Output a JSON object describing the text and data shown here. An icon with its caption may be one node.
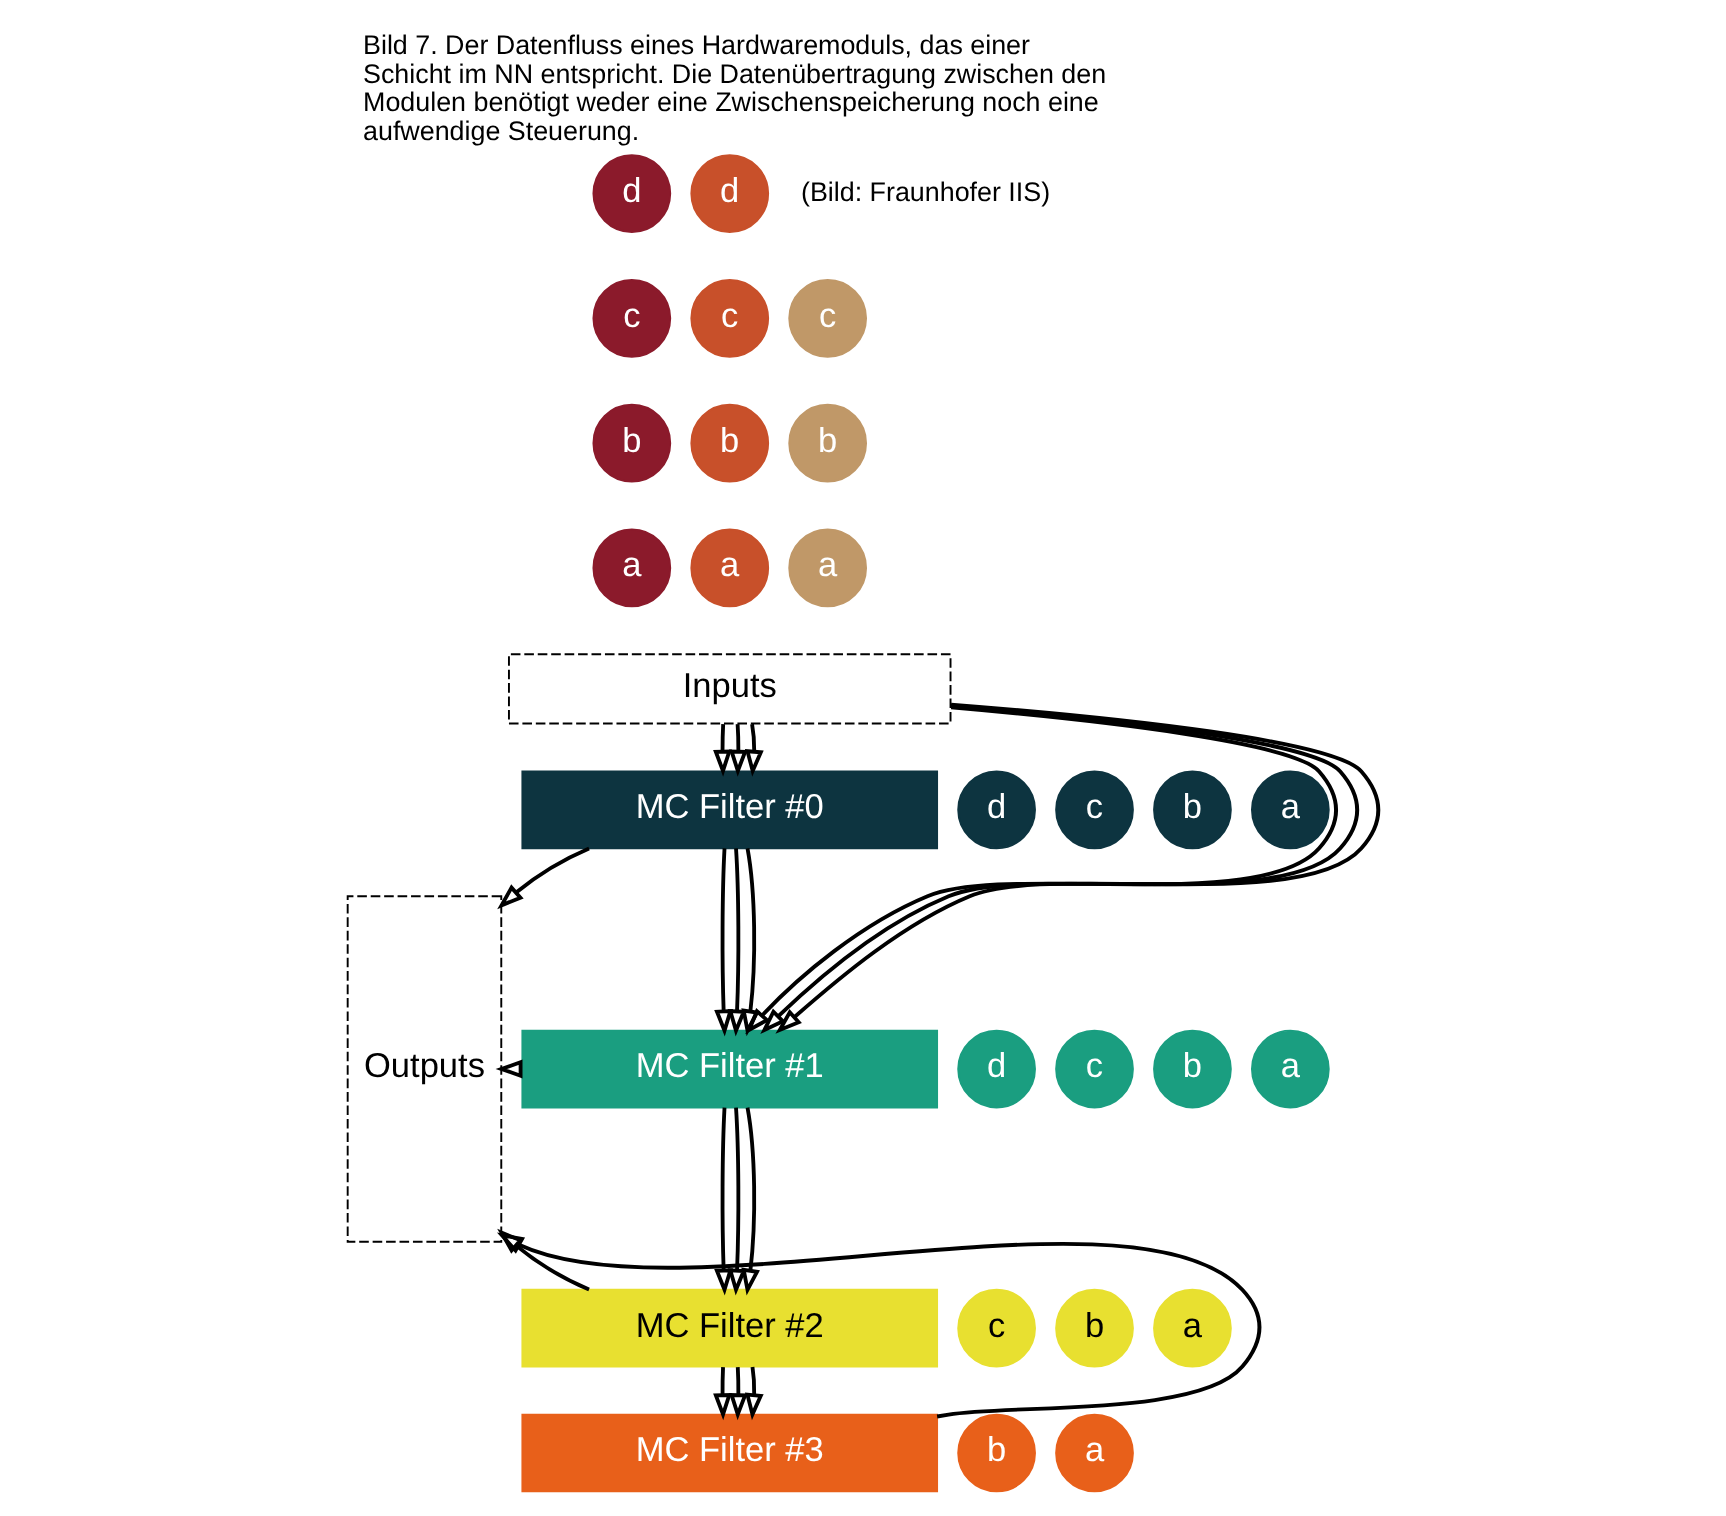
{
  "diagram": {
    "caption": "Bild 7. Der Datenfluss eines Hardwaremoduls, das einer Schicht im NN entspricht. Die Datenübertragung zwischen den Modulen benötigt weder eine Zwischenspeicherung noch eine aufwendige Steuerung.",
    "nodes": [
      {
        "text": [
          "d"
        ]
      },
      {
        "text": [
          "d"
        ]
      },
      {
        "text": [
          "c"
        ]
      },
      {
        "text": [
          "c"
        ]
      },
      {
        "text": [
          "c"
        ]
      },
      {
        "text": [
          "b"
        ]
      },
      {
        "text": [
          "b"
        ]
      },
      {
        "text": [
          "b"
        ]
      },
      {
        "text": [
          "a"
        ]
      },
      {
        "text": [
          "a"
        ]
      },
      {
        "text": [
          "a"
        ]
      },
      {
        "text": [
          "Inputs"
        ]
      },
      {
        "text": [
          "MC Filter #0"
        ]
      },
      {
        "text": [
          "Outputs"
        ]
      },
      {
        "text": [
          "d"
        ]
      },
      {
        "text": [
          "c"
        ]
      },
      {
        "text": [
          "b"
        ]
      },
      {
        "text": [
          "a"
        ]
      },
      {
        "text": [
          "MC Filter #1"
        ]
      },
      {
        "text": [
          "d"
        ]
      },
      {
        "text": [
          "c"
        ]
      },
      {
        "text": [
          "b"
        ]
      },
      {
        "text": [
          "a"
        ]
      },
      {
        "text": [
          "MC Filter #2"
        ]
      },
      {
        "text": [
          "c"
        ]
      },
      {
        "text": [
          "b"
        ]
      },
      {
        "text": [
          "a"
        ]
      },
      {
        "text": [
          "MC Filter #3"
        ]
      },
      {
        "text": [
          "b"
        ]
      },
      {
        "text": [
          "a"
        ]
      }
    ],
    "edges": [
      {
        "from": 11,
        "to": 12,
        "arrow": "to"
      },
      {
        "from": 11,
        "to": 12,
        "arrow": "to"
      },
      {
        "from": 11,
        "to": 12,
        "arrow": "to"
      },
      {
        "from": 11,
        "to": 18,
        "arrow": "to"
      },
      {
        "from": 11,
        "to": 18,
        "arrow": "to"
      },
      {
        "from": 11,
        "to": 18,
        "arrow": "to"
      },
      {
        "from": 12,
        "to": 18,
        "arrow": "to"
      },
      {
        "from": 12,
        "to": 18,
        "arrow": "to"
      },
      {
        "from": 12,
        "to": 18,
        "arrow": "to"
      },
      {
        "from": 18,
        "to": 23,
        "arrow": "to"
      },
      {
        "from": 18,
        "to": 23,
        "arrow": "to"
      },
      {
        "from": 18,
        "to": 23,
        "arrow": "to"
      },
      {
        "from": 23,
        "to": 27,
        "arrow": "to"
      },
      {
        "from": 23,
        "to": 27,
        "arrow": "to"
      },
      {
        "from": 23,
        "to": 27,
        "arrow": "to"
      },
      {
        "from": 12,
        "to": 13,
        "arrow": "to"
      },
      {
        "from": 18,
        "to": 13,
        "arrow": "to"
      },
      {
        "from": 23,
        "to": 13,
        "arrow": "to"
      },
      {
        "from": 27,
        "to": 13,
        "arrow": "to"
      }
    ],
    "labels": [
      "(Bild: Fraunhofer IIS)"
    ]
  }
}
